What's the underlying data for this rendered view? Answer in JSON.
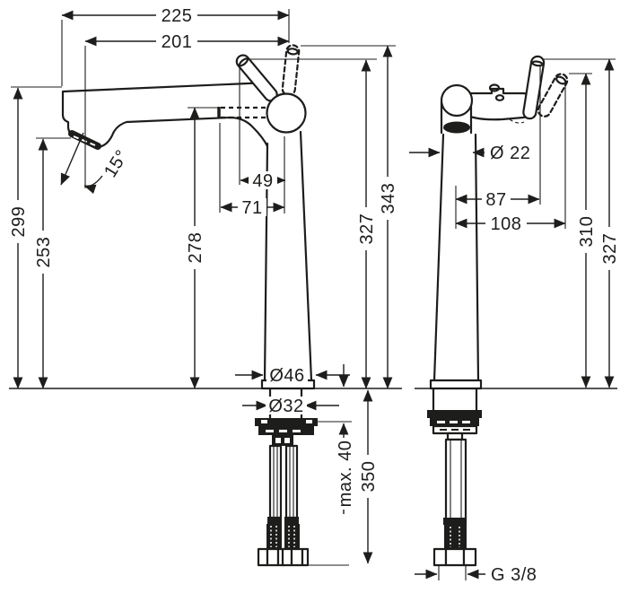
{
  "drawing": {
    "type": "technical-dimension-drawing",
    "subject": "single-lever high-riser basin mixer faucet, front and side elevation with installation dimensions",
    "units": "mm",
    "line_color": "#1d1d1b",
    "background_color": "#ffffff",
    "front_view": {
      "dims": {
        "total_width": "225",
        "spout_reach": "201",
        "spout_angle": "15°",
        "height_spout_top": "299",
        "height_outlet": "253",
        "height_waterway": "278",
        "offset_handle": "49",
        "offset_cartridge": "71",
        "height_handle": "327",
        "height_max": "343",
        "base_diameter": "Ø46",
        "shank_diameter": "Ø32",
        "mounting_max": "max. 40",
        "hose_length": "350"
      }
    },
    "side_view": {
      "dims": {
        "spout_diameter": "Ø 22",
        "reach_handle": "87",
        "reach_handle_open": "108",
        "height_handle": "310",
        "height_max": "327",
        "connection_thread": "G 3/8"
      }
    }
  }
}
